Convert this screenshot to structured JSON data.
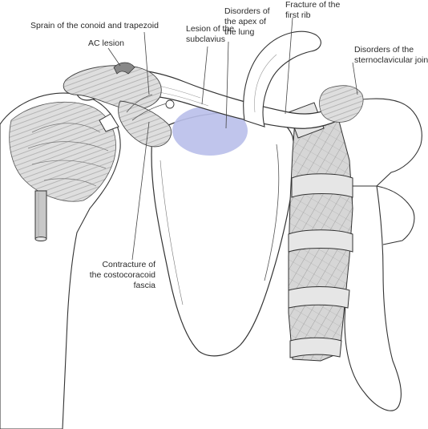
{
  "labels": {
    "conoid": [
      "Sprain of the conoid and trapezoid"
    ],
    "ac": [
      "AC lesion"
    ],
    "subclavius": [
      "Lesion of the",
      "subclavius"
    ],
    "apex": [
      "Disorders of",
      "the apex of",
      "the lung"
    ],
    "rib": [
      "Fracture of the",
      "first rib"
    ],
    "scj": [
      "Disorders of the",
      "sternoclavicular joint"
    ],
    "costo": [
      "Contracture of",
      "the costocoracoid",
      "fascia"
    ]
  },
  "colors": {
    "outline": "#333333",
    "leader": "#444444",
    "lung_apex": "#b9bfea",
    "bone_fill": "#ffffff",
    "shade": "#cfcfcf",
    "cartilage": "#dcdcdc"
  }
}
